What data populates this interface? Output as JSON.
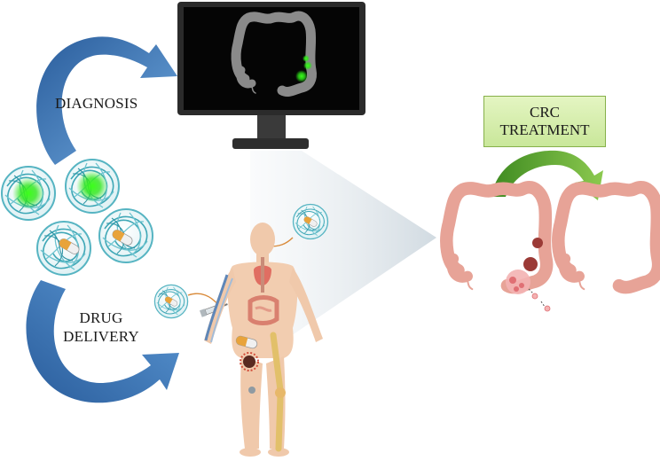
{
  "labels": {
    "diagnosis": "DIAGNOSIS",
    "drug_delivery_line1": "DRUG",
    "drug_delivery_line2": "DELIVERY",
    "crc_treatment_line1": "CRC",
    "crc_treatment_line2": "TREATMENT"
  },
  "colors": {
    "arrow_blue": "#3f7fc4",
    "arrow_green": "#4f9a2e",
    "monitor": "#2b2b2b",
    "colon_gray": "#8a8a8a",
    "colon_pink": "#e7a397",
    "nanoparticle": "#4fb3c0",
    "fluorescence": "#39e629",
    "body_skin": "#f2cdb0"
  },
  "icons": [
    "monitor-icon",
    "colon-icon",
    "nanoparticle-icon",
    "human-body-icon",
    "syringe-icon",
    "curved-arrow-icon"
  ]
}
